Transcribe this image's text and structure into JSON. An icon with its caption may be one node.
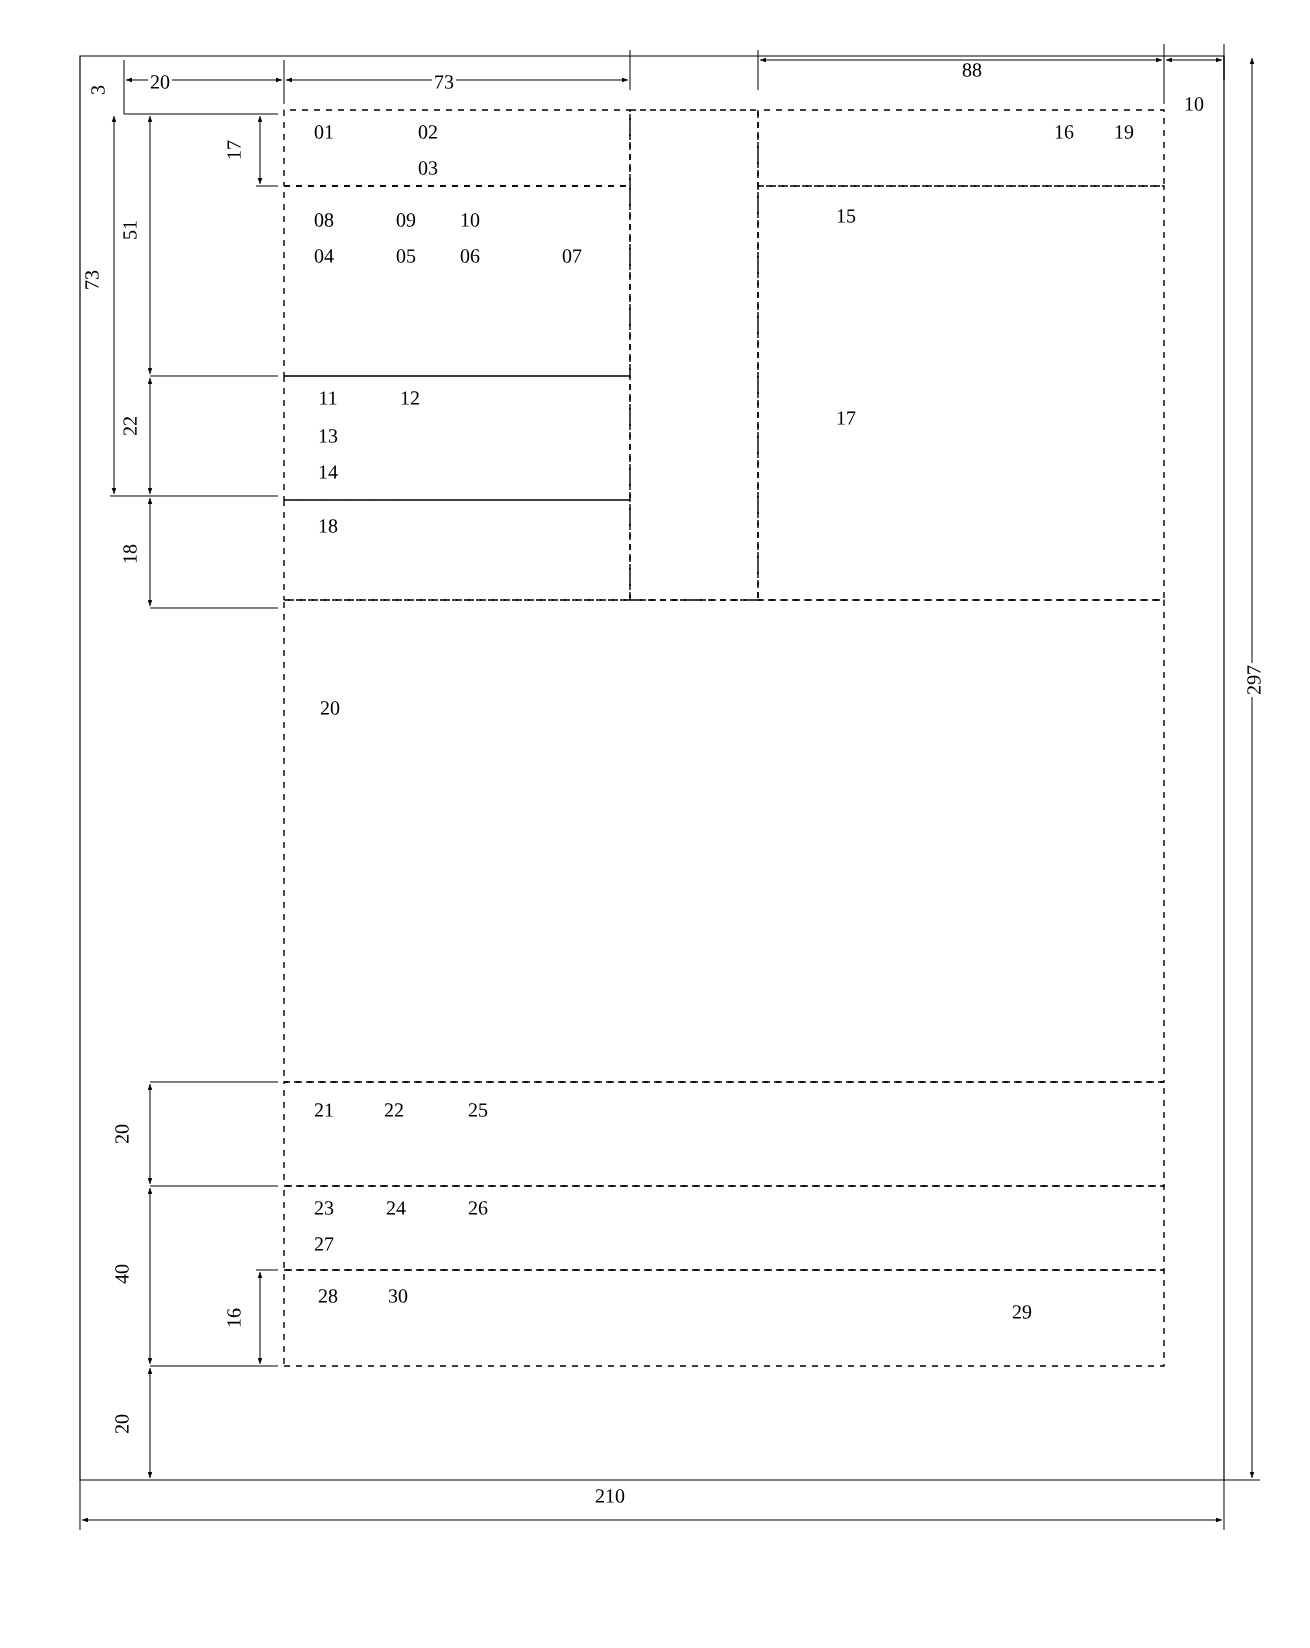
{
  "diagram": {
    "nodes": [
      {
        "text": [
          "01",
          "02",
          "03"
        ]
      },
      {
        "text": [
          "08",
          "09",
          "10",
          "04",
          "05",
          "06",
          "07"
        ]
      },
      {
        "text": [
          "11",
          "12",
          "13",
          "14"
        ]
      },
      {
        "text": [
          "18"
        ]
      },
      {
        "text": [],
        "shape": "box"
      },
      {
        "text": [
          "16",
          "19"
        ]
      },
      {
        "text": [
          "15",
          "17"
        ]
      },
      {
        "text": [
          "20"
        ]
      },
      {
        "text": [
          "21",
          "22",
          "25"
        ]
      },
      {
        "text": [
          "23",
          "24",
          "26",
          "27"
        ]
      },
      {
        "text": [
          "28",
          "30",
          "29"
        ]
      }
    ],
    "labels": [
      "3",
      "20",
      "73",
      "88",
      "10",
      "17",
      "51",
      "73",
      "22",
      "18",
      "297",
      "20",
      "40",
      "16",
      "20",
      "210"
    ]
  }
}
